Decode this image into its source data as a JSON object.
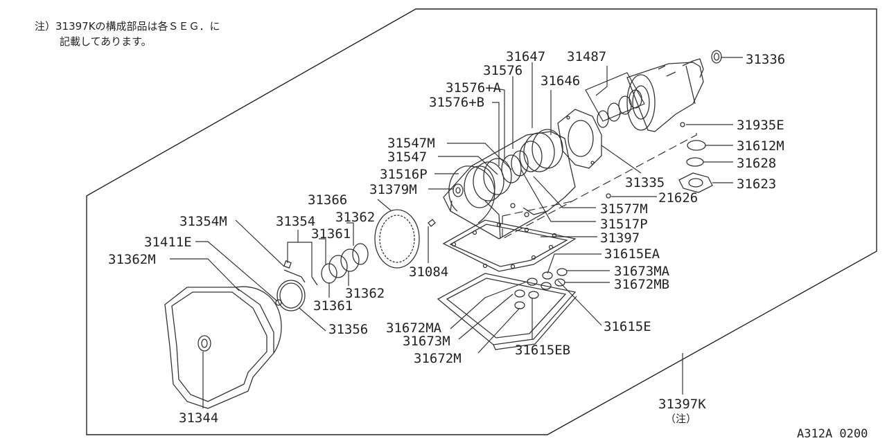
{
  "note": {
    "line1": "注）31397Kの構成部品は各ＳＥＧ．に",
    "line2": "記載してあります。"
  },
  "diagram_code": "A312A 0200",
  "labels": {
    "p31647": "31647",
    "p31487": "31487",
    "p31336": "31336",
    "p31576": "31576",
    "p31646": "31646",
    "p31576a": "31576+A",
    "p31576b": "31576+B",
    "p31935e": "31935E",
    "p31547m": "31547M",
    "p31547": "31547",
    "p31612m": "31612M",
    "p31628": "31628",
    "p31516p": "31516P",
    "p31335": "31335",
    "p31623": "31623",
    "p31379m": "31379M",
    "p21626": "21626",
    "p31366": "31366",
    "p31577m": "31577M",
    "p31354m": "31354M",
    "p31354": "31354",
    "p31362a": "31362",
    "p31517p": "31517P",
    "p31361a": "31361",
    "p31397": "31397",
    "p31411e": "31411E",
    "p31615ea": "31615EA",
    "p31362m": "31362M",
    "p31673ma": "31673MA",
    "p31084": "31084",
    "p31672mb": "31672MB",
    "p31361b": "31361",
    "p31362b": "31362",
    "p31672ma": "31672MA",
    "p31615e": "31615E",
    "p31356": "31356",
    "p31673m": "31673M",
    "p31672m": "31672M",
    "p31615eb": "31615EB",
    "p31344": "31344",
    "p31397k": "31397K",
    "p31397k_note": "（注）"
  }
}
